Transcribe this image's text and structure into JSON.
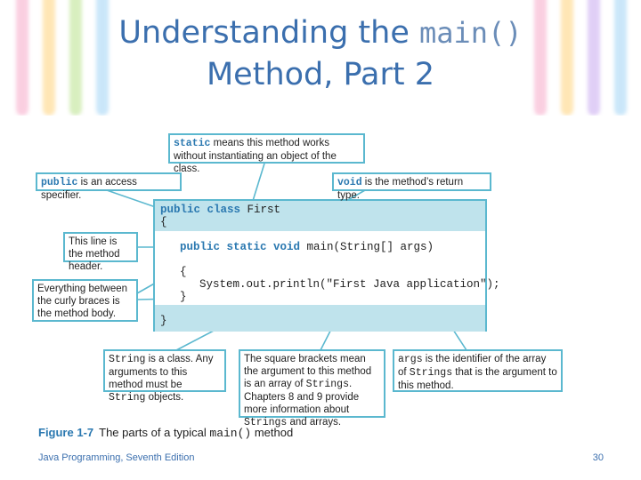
{
  "slide": {
    "title_part1": "Understanding the ",
    "title_code": "main()",
    "title_part2": "Method, Part 2"
  },
  "callouts": {
    "static": {
      "kw": "static",
      "text": " means this method works without instantiating an object of the class."
    },
    "public": {
      "kw": "public",
      "text": " is an access specifier."
    },
    "void": {
      "kw": "void",
      "text": " is the method’s return type."
    },
    "header": {
      "text": "This line is the method header."
    },
    "body": {
      "text": "Everything between the curly braces is the method body."
    },
    "string": {
      "kw1": "String",
      "t1": " is a class. Any arguments to this method must be ",
      "kw2": "String",
      "t2": " objects."
    },
    "brackets": {
      "t1": "The square brackets mean the argument to this method is an array of ",
      "kw1": "Strings",
      "t2": ". Chapters 8 and 9 provide more information about ",
      "kw2": "Strings",
      "t3": " and arrays."
    },
    "args": {
      "kw1": "args",
      "t1": " is the identifier of the array of ",
      "kw2": "Strings",
      "t2": " that is the argument to this method."
    }
  },
  "code": {
    "line1_kw": "public class",
    "line1_rest": " First",
    "line2": "{",
    "line3_kw": "public static void",
    "line3_rest": " main(String[] args)",
    "line4": "{",
    "line5": "System.out.println(\"First Java application\");",
    "line6": "}",
    "line7": "}"
  },
  "caption": {
    "label": "Figure 1-7",
    "text_before": "The parts of a typical ",
    "code": "main()",
    "text_after": " method"
  },
  "footer": {
    "book": "Java Programming, Seventh Edition",
    "page": "30"
  },
  "colors": {
    "accent": "#5bb8cf",
    "keyword": "#2a78b0",
    "band": "#bfe3ec",
    "title": "#3b6fae"
  }
}
